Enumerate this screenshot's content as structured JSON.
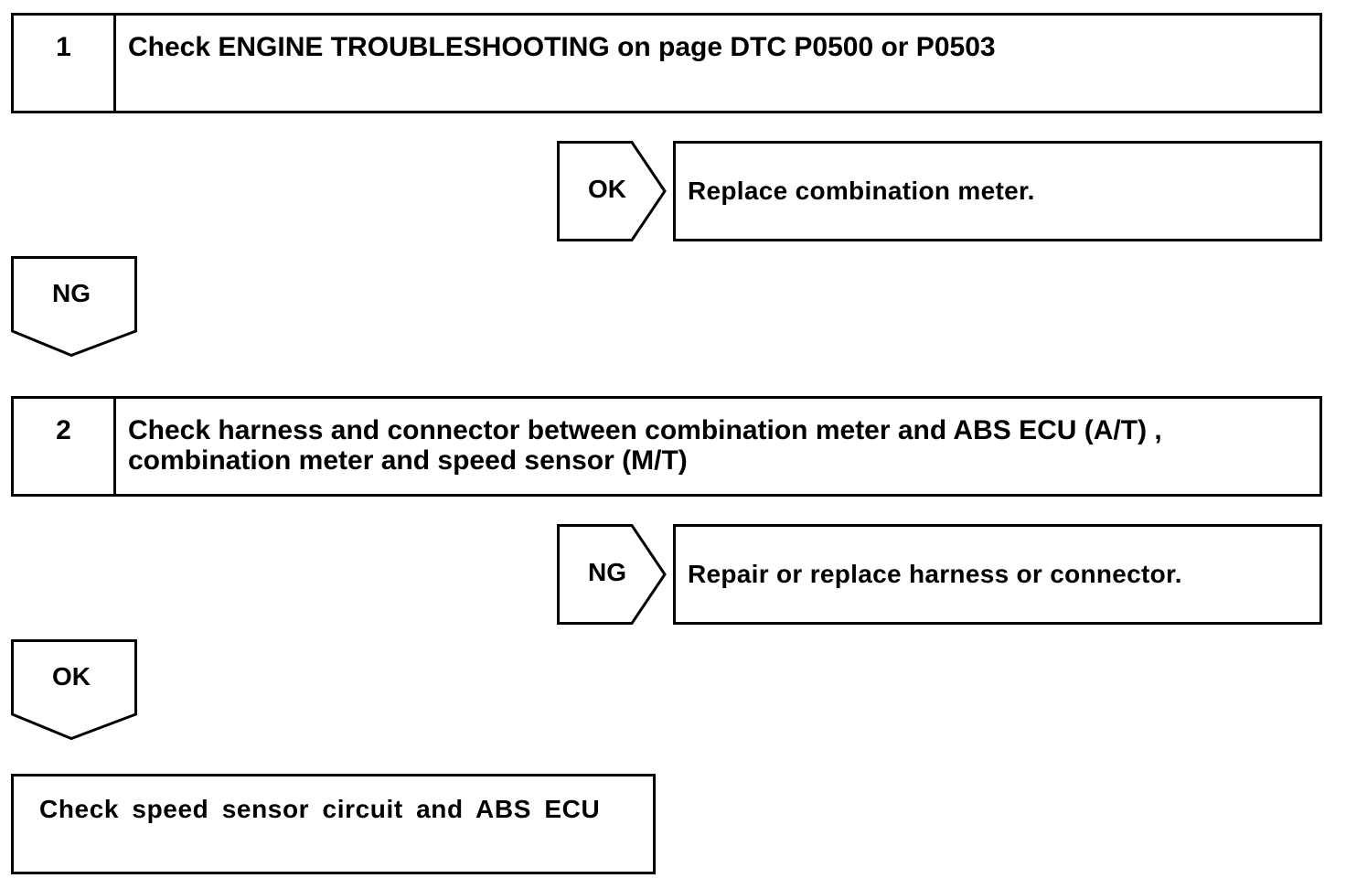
{
  "steps": [
    {
      "number": "1",
      "text": "Check ENGINE TROUBLESHOOTING on page DTC P0500 or P0503",
      "side_branch": {
        "label": "OK",
        "action": "Replace combination meter."
      },
      "down_branch": {
        "label": "NG"
      }
    },
    {
      "number": "2",
      "text_line1": "Check harness and connector between combination meter and ABS ECU (A/T) ,",
      "text_line2": "combination meter and speed sensor (M/T)",
      "side_branch": {
        "label": "NG",
        "action": "Repair or replace harness or connector."
      },
      "down_branch": {
        "label": "OK"
      }
    }
  ],
  "final": {
    "text": "Check speed sensor circuit and ABS ECU"
  }
}
